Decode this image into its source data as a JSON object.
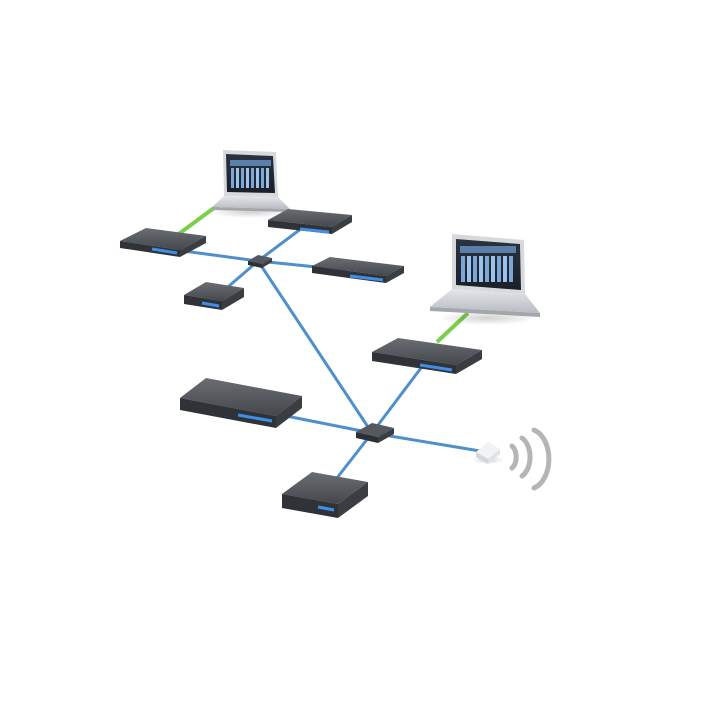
{
  "diagram": {
    "colors": {
      "background": "#ffffff",
      "ethernet_link": "#4f8fcb",
      "usb_link": "#7ccf4a",
      "device_body": "#3a3d42",
      "device_top": "#5a5e64",
      "device_led": "#3f8fe8",
      "laptop_shell": "#c9ccd0",
      "wireless_icon": "#b5b5b5"
    },
    "nodes": [
      {
        "id": "laptop-1",
        "kind": "laptop",
        "icon": "laptop-icon"
      },
      {
        "id": "laptop-2",
        "kind": "laptop",
        "icon": "laptop-icon"
      },
      {
        "id": "rack-unit-1",
        "kind": "rack-interface",
        "icon": "audio-interface-icon"
      },
      {
        "id": "rack-unit-2",
        "kind": "rack-interface",
        "icon": "audio-interface-icon"
      },
      {
        "id": "rack-unit-3",
        "kind": "rack-interface",
        "icon": "audio-interface-icon"
      },
      {
        "id": "rack-unit-4",
        "kind": "rack-interface",
        "icon": "audio-interface-icon"
      },
      {
        "id": "rack-unit-5",
        "kind": "rack-interface-large",
        "icon": "audio-interface-icon"
      },
      {
        "id": "compact-unit-1",
        "kind": "compact-interface",
        "icon": "audio-interface-icon"
      },
      {
        "id": "desktop-unit-1",
        "kind": "desktop-interface",
        "icon": "audio-interface-icon"
      },
      {
        "id": "switch-1",
        "kind": "network-switch",
        "icon": "switch-icon"
      },
      {
        "id": "switch-2",
        "kind": "network-switch",
        "icon": "switch-icon"
      },
      {
        "id": "wireless-ap",
        "kind": "wireless-access-point",
        "icon": "wifi-icon"
      }
    ],
    "links": [
      {
        "from": "laptop-1",
        "to": "rack-unit-1",
        "type": "usb"
      },
      {
        "from": "laptop-2",
        "to": "rack-unit-4",
        "type": "usb"
      },
      {
        "from": "switch-1",
        "to": "rack-unit-1",
        "type": "ethernet"
      },
      {
        "from": "switch-1",
        "to": "rack-unit-2",
        "type": "ethernet"
      },
      {
        "from": "switch-1",
        "to": "rack-unit-3",
        "type": "ethernet"
      },
      {
        "from": "switch-1",
        "to": "compact-unit-1",
        "type": "ethernet"
      },
      {
        "from": "switch-1",
        "to": "switch-2",
        "type": "ethernet"
      },
      {
        "from": "switch-2",
        "to": "rack-unit-4",
        "type": "ethernet"
      },
      {
        "from": "switch-2",
        "to": "rack-unit-5",
        "type": "ethernet"
      },
      {
        "from": "switch-2",
        "to": "desktop-unit-1",
        "type": "ethernet"
      },
      {
        "from": "switch-2",
        "to": "wireless-ap",
        "type": "ethernet"
      }
    ]
  }
}
